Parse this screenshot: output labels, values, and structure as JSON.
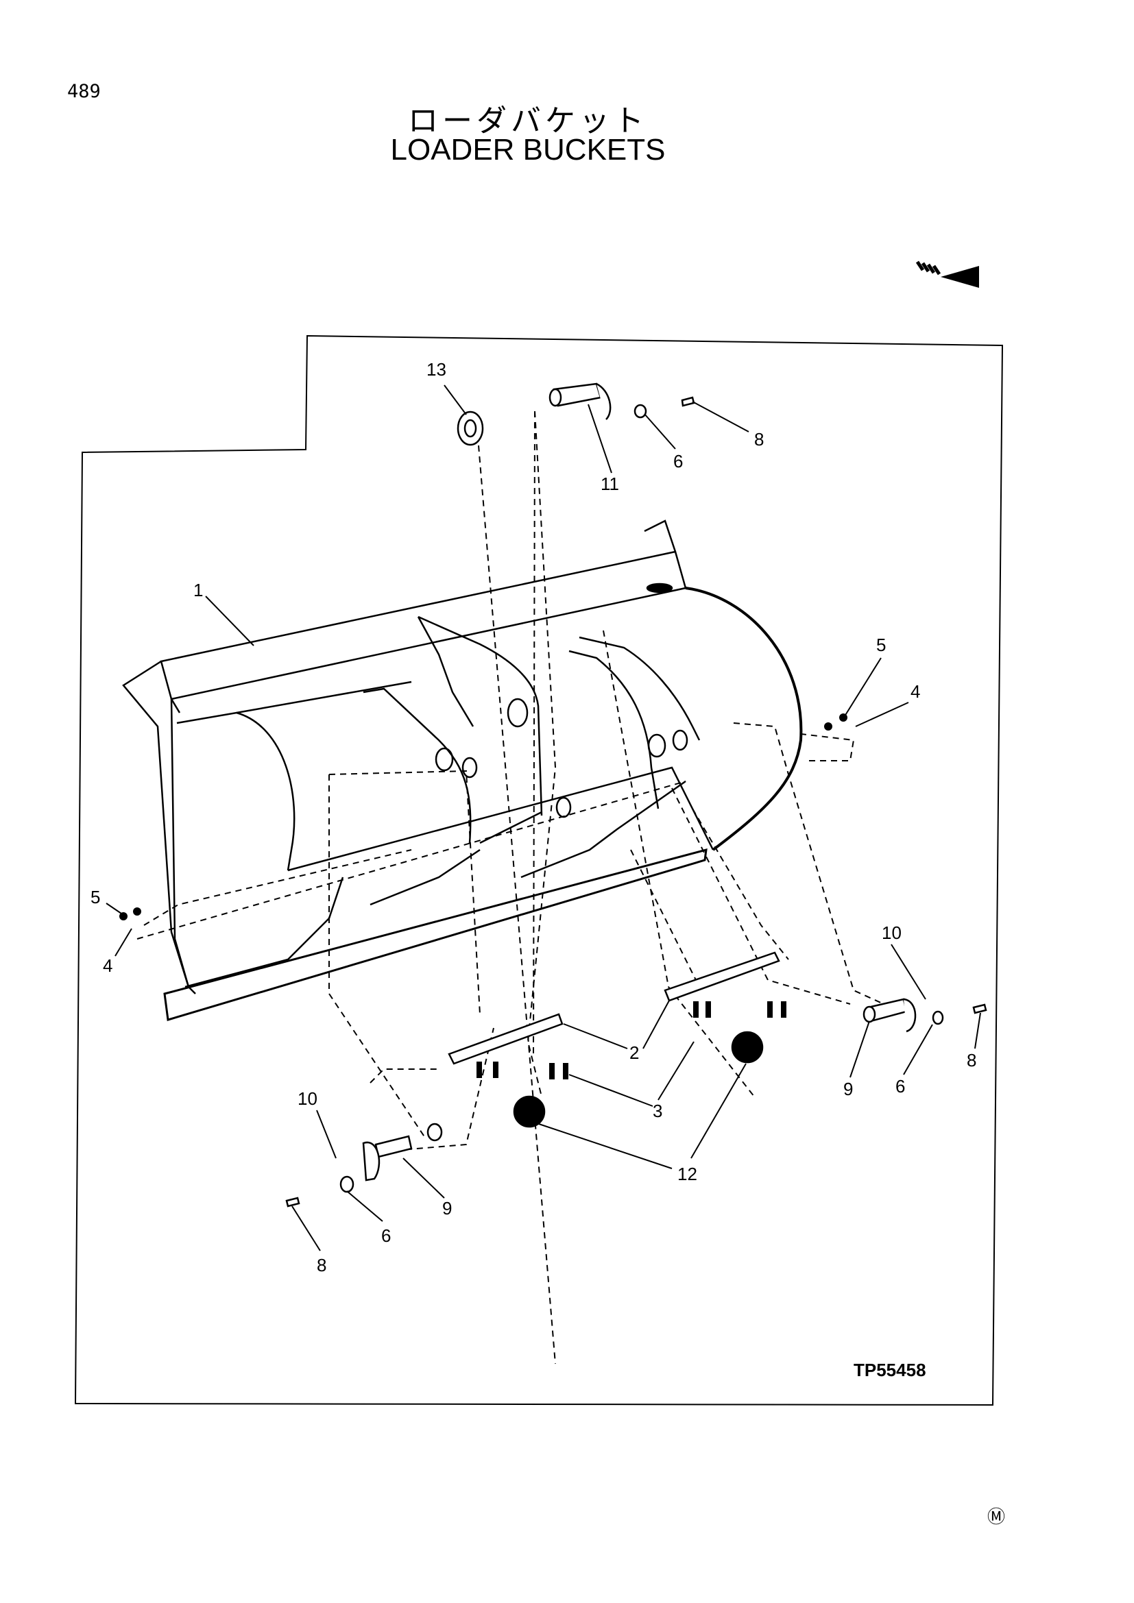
{
  "page_number": "489",
  "title_jp": "ローダバケット",
  "title_en": "LOADER BUCKETS",
  "figure_code": "TP55458",
  "registered_mark": "Ⓜ",
  "callouts": [
    {
      "id": "c-13",
      "text": "13"
    },
    {
      "id": "c-11",
      "text": "11"
    },
    {
      "id": "c-6a",
      "text": "6"
    },
    {
      "id": "c-8a",
      "text": "8"
    },
    {
      "id": "c-1",
      "text": "1"
    },
    {
      "id": "c-5a",
      "text": "5"
    },
    {
      "id": "c-4a",
      "text": "4"
    },
    {
      "id": "c-5b",
      "text": "5"
    },
    {
      "id": "c-4b",
      "text": "4"
    },
    {
      "id": "c-10a",
      "text": "10"
    },
    {
      "id": "c-9a",
      "text": "9"
    },
    {
      "id": "c-6b",
      "text": "6"
    },
    {
      "id": "c-8b",
      "text": "8"
    },
    {
      "id": "c-2",
      "text": "2"
    },
    {
      "id": "c-3",
      "text": "3"
    },
    {
      "id": "c-12",
      "text": "12"
    },
    {
      "id": "c-10b",
      "text": "10"
    },
    {
      "id": "c-9b",
      "text": "9"
    },
    {
      "id": "c-6c",
      "text": "6"
    },
    {
      "id": "c-8c",
      "text": "8"
    }
  ]
}
